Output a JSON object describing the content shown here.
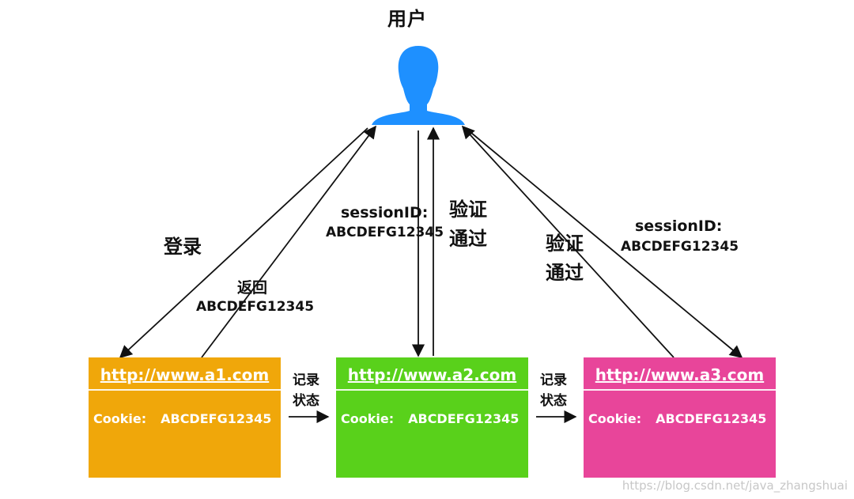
{
  "user": {
    "label": "用户",
    "icon": "user-silhouette-icon",
    "color": "#1E90FF"
  },
  "annotations": {
    "login": "登录",
    "return_label": "返回",
    "return_code": "ABCDEFG12345",
    "session_mid_label": "sessionID:",
    "session_mid_code": "ABCDEFG12345",
    "verify_mid_line1": "验证",
    "verify_mid_line2": "通过",
    "verify_right_line1": "验证",
    "verify_right_line2": "通过",
    "session_right_label": "sessionID:",
    "session_right_code": "ABCDEFG12345",
    "record_1_line1": "记录",
    "record_1_line2": "状态",
    "record_2_line1": "记录",
    "record_2_line2": "状态"
  },
  "servers": [
    {
      "url": "http://www.a1.com",
      "cookie_label": "Cookie:",
      "cookie_value": "ABCDEFG12345",
      "color": "#F0A70A"
    },
    {
      "url": "http://www.a2.com",
      "cookie_label": "Cookie:",
      "cookie_value": "ABCDEFG12345",
      "color": "#59D11B"
    },
    {
      "url": "http://www.a3.com",
      "cookie_label": "Cookie:",
      "cookie_value": "ABCDEFG12345",
      "color": "#E8459A"
    }
  ],
  "watermark": "https://blog.csdn.net/java_zhangshuai"
}
